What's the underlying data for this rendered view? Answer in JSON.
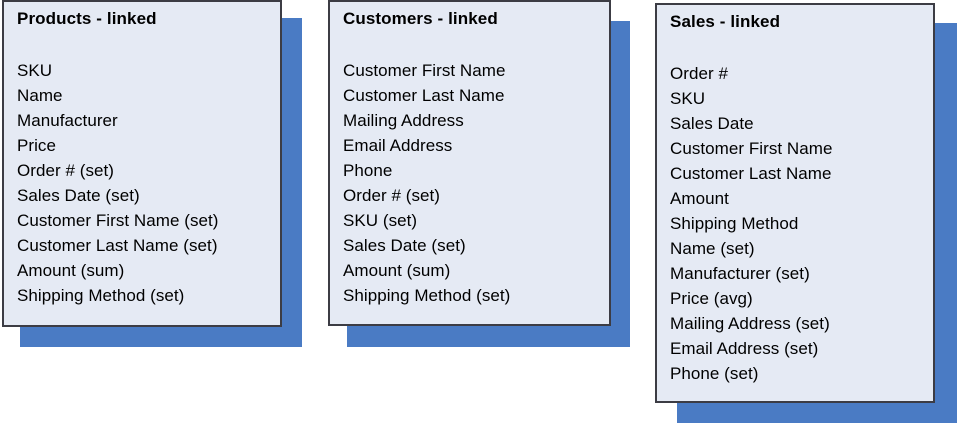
{
  "diagram": {
    "type": "entity-field-cards",
    "colors": {
      "card_fill": "#E5EAF4",
      "card_border": "#3C3C44",
      "shadow": "#4A7BC4",
      "text": "#000000",
      "background": "#FFFFFF"
    },
    "cards": [
      {
        "id": "products",
        "title": "Products - linked",
        "fields": [
          "SKU",
          "Name",
          "Manufacturer",
          "Price",
          "Order # (set)",
          "Sales Date (set)",
          "Customer First Name (set)",
          "Customer Last Name (set)",
          "Amount (sum)",
          "Shipping Method (set)"
        ]
      },
      {
        "id": "customers",
        "title": "Customers - linked",
        "fields": [
          "Customer First Name",
          "Customer Last Name",
          "Mailing Address",
          "Email Address",
          "Phone",
          "Order # (set)",
          "SKU (set)",
          "Sales Date (set)",
          "Amount (sum)",
          "Shipping Method (set)"
        ]
      },
      {
        "id": "sales",
        "title": "Sales - linked",
        "fields": [
          "Order #",
          "SKU",
          "Sales Date",
          "Customer First Name",
          "Customer Last Name",
          "Amount",
          "Shipping Method",
          "Name (set)",
          "Manufacturer (set)",
          "Price (avg)",
          "Mailing Address (set)",
          "Email Address (set)",
          "Phone (set)"
        ]
      }
    ]
  }
}
